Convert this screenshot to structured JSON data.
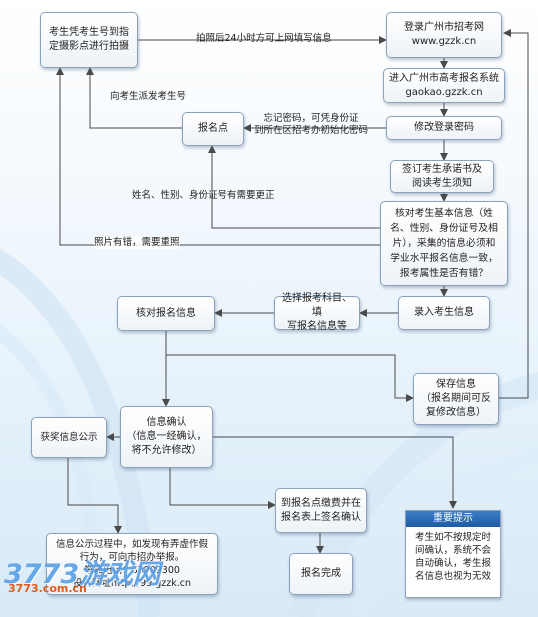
{
  "nodes": {
    "photo": "考生凭考生号到指\n定摄影点进行拍摄",
    "login": "登录广州市招考网\nwww.gzzk.cn",
    "system": "进入广州市高考报名系统\ngaokao.gzzk.cn",
    "site": "报名点",
    "modify_pw": "修改登录密码",
    "sign": "签订考生承诺书及\n阅读考生须知",
    "verify": "核对考生基本信息（姓\n名、性别、身份证号及相\n片），采集的信息必须和\n学业水平报名信息一致，\n报考属性是否有错？",
    "check_reg": "核对报名信息",
    "choose": "选择报考科目、填\n写报名信息等",
    "enter": "录入考生信息",
    "save": "保存信息\n（报名期间可反\n复修改信息）",
    "award": "获奖信息公示",
    "confirm": "信息确认\n（信息一经确认，\n将不允许修改）",
    "pay": "到报名点缴费并在\n报名表上签名确认",
    "public": "信息公示过程中，如发现有弄虚作假\n行为，可向市招办举报。\n举报电话：83909300\n投诉网址http://99.gzzk.cn",
    "done": "报名完成"
  },
  "edge_labels": {
    "photo_to_online": "拍照后24小时方可上网填写信息",
    "assign_number": "向考生派发考生号",
    "forgot_pw": "忘记密码，可凭身份证\n到所在区招考办初始化密码",
    "fix_info": "姓名、性别、身份证号有需要更正",
    "photo_error": "照片有错，需要重照"
  },
  "notice": {
    "title": "重要提示",
    "body": "考生如不按规定时\n间确认，系统不会\n自动确认，考生报\n名信息也视为无效"
  },
  "watermark": {
    "main": "3773游戏网",
    "sub": "3773.com.cn"
  },
  "colors": {
    "line": "#4a4a4a",
    "box_border": "#8aa2bd",
    "notice_head": "#2a6bb5",
    "watermark": "#5aa0e6"
  }
}
